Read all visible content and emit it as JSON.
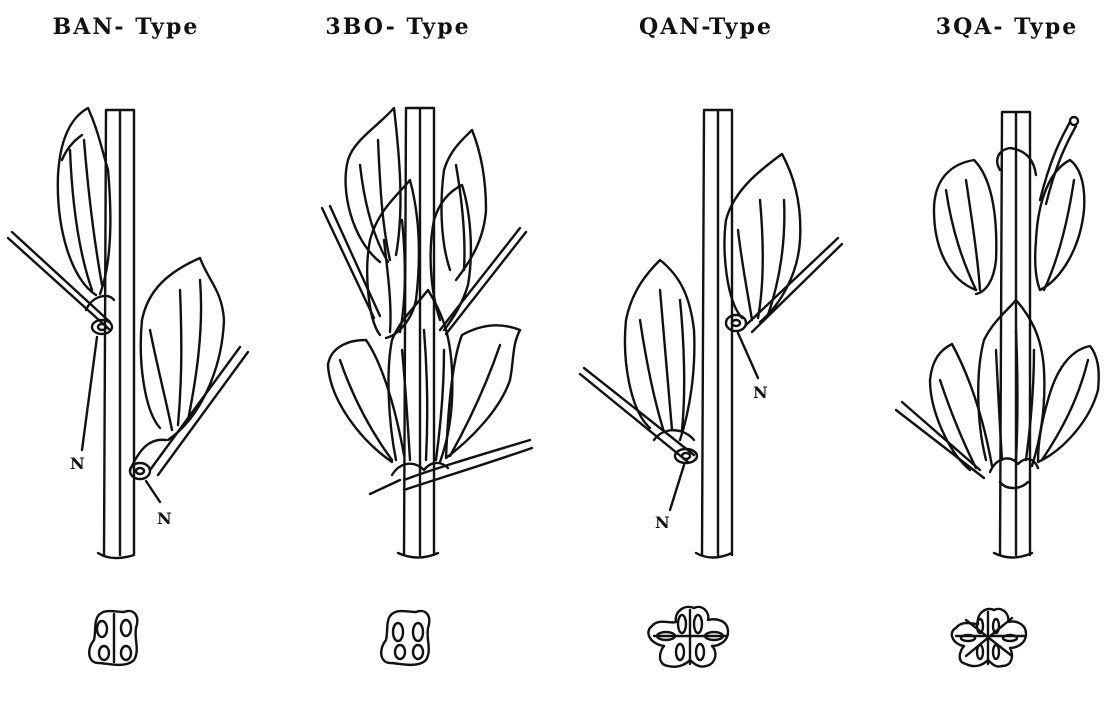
{
  "types": [
    {
      "title": "BAN- Type",
      "nodes": [
        "N",
        "N"
      ]
    },
    {
      "title": "3BO- Type"
    },
    {
      "title": "QAN-Type",
      "nodes": [
        "N",
        "N"
      ]
    },
    {
      "title": "3QA- Type"
    }
  ]
}
